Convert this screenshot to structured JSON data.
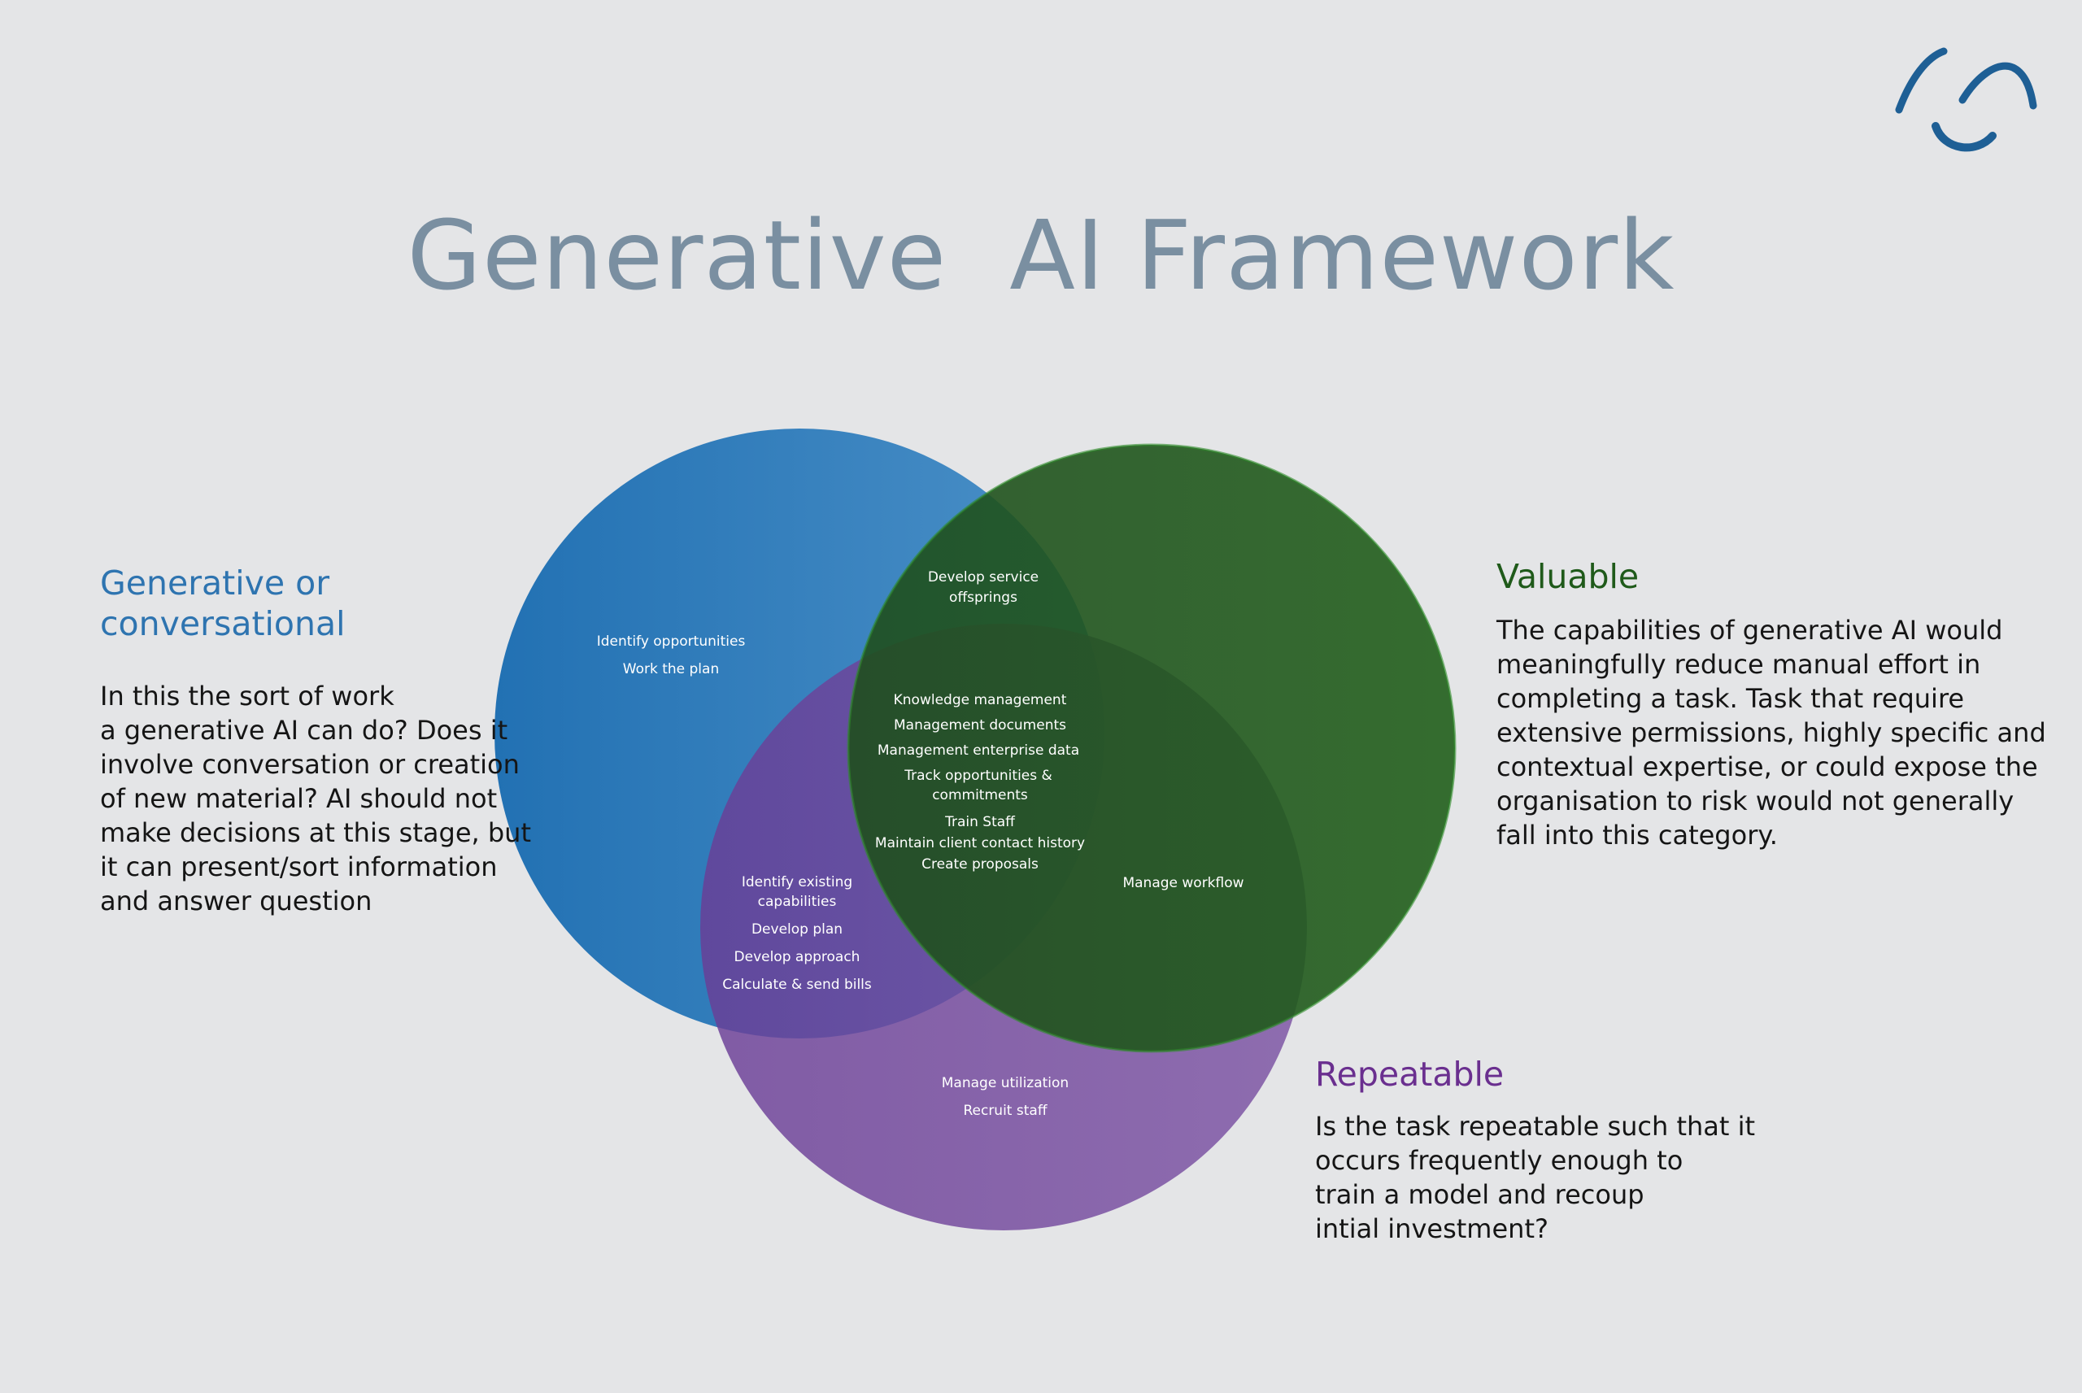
{
  "title": "Generative  AI Framework",
  "colors": {
    "background": "#e4e5e7",
    "title": "#7a8fa1",
    "generative": "#2e74b0",
    "valuable": "#1f5a1a",
    "repeatable": "#6a2f8f",
    "logo": "#1e5f95"
  },
  "logo": {
    "icon": "wave-smile-logo"
  },
  "sections": {
    "generative": {
      "heading": "Generative or\nconversational",
      "body": "In this the sort of work\na generative AI can do? Does it\ninvolve conversation or creation\nof new material? AI should not\nmake decisions at this stage, but\nit can present/sort information\nand answer question"
    },
    "valuable": {
      "heading": "Valuable",
      "body": "The capabilities of generative AI would\nmeaningfully reduce manual effort in\ncompleting a task.  Task that require\nextensive permissions, highly specific and\ncontextual expertise, or could expose the\norganisation to risk would not generally\nfall into this category."
    },
    "repeatable": {
      "heading": "Repeatable",
      "body": "Is the task repeatable such that it\noccurs frequently enough to\ntrain a model and recoup\nintial investment?"
    }
  },
  "venn": {
    "generative_only": [
      "Identify opportunities",
      "Work the plan"
    ],
    "generative_valuable": [
      "Develop service",
      "offsprings"
    ],
    "all_three": [
      "Knowledge management",
      "Management documents",
      "Management enterprise data",
      "Track opportunities &",
      "commitments",
      "Train Staff",
      "Maintain client contact history",
      "Create proposals"
    ],
    "generative_repeatable": [
      "Identify existing",
      "capabilities",
      "Develop plan",
      "Develop approach",
      "Calculate & send bills"
    ],
    "valuable_repeatable": [
      "Manage workflow"
    ],
    "repeatable_only": [
      "Manage utilization",
      "Recruit staff"
    ]
  }
}
